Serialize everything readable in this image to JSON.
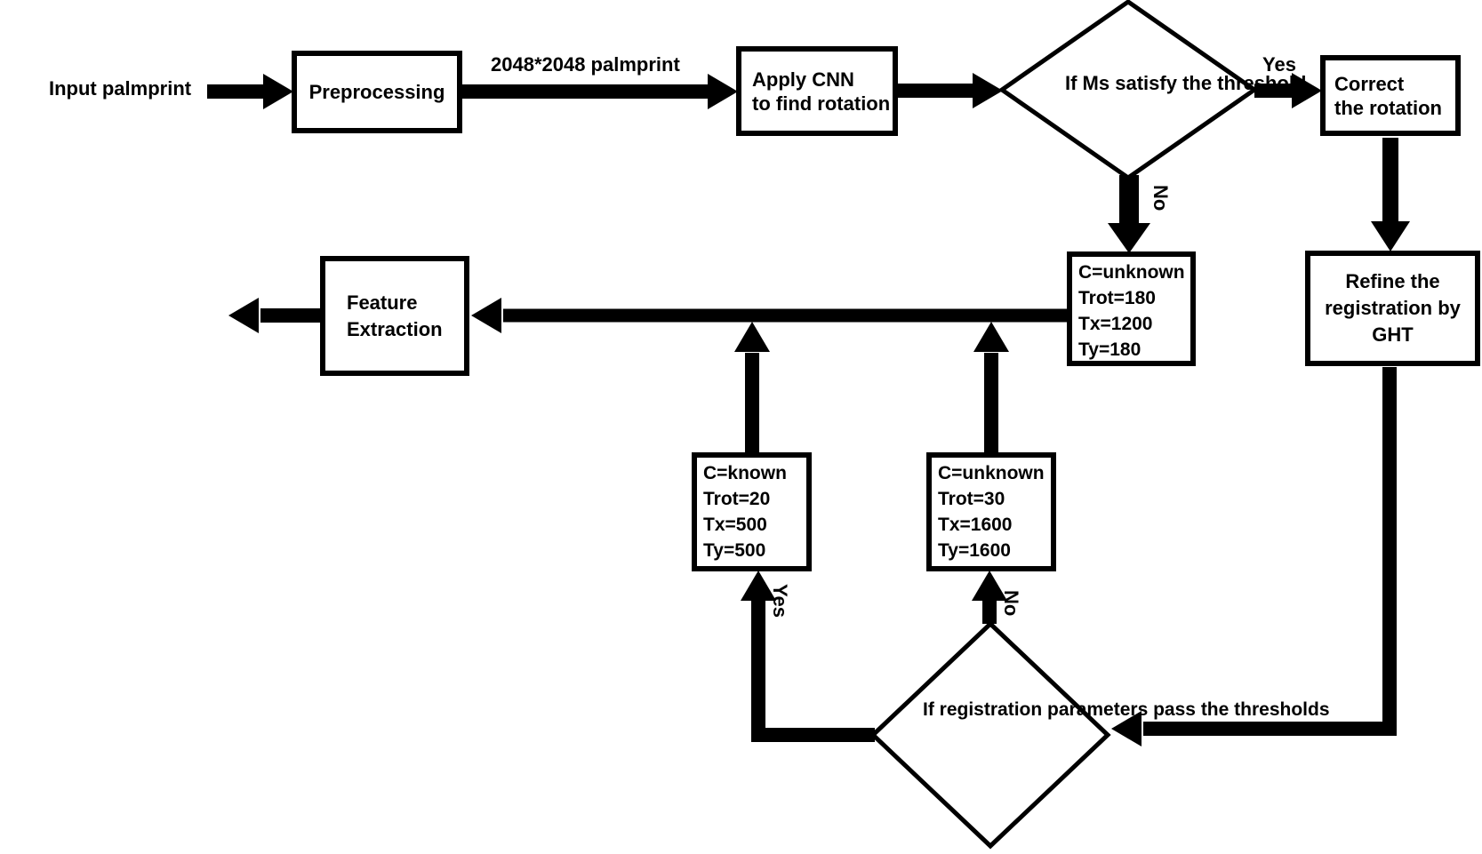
{
  "canvas": {
    "background": "#ffffff",
    "ink": "#000000"
  },
  "labels": {
    "input": "Input palmprint",
    "arrow_size": "2048*2048 palmprint",
    "yes_top": "Yes",
    "no_top": "No",
    "yes_bottom": "Yes",
    "no_bottom": "No"
  },
  "nodes": {
    "preprocessing": {
      "lines": [
        "Preprocessing"
      ]
    },
    "apply_cnn": {
      "lines": [
        "Apply CNN",
        "to find rotation"
      ]
    },
    "decision_ms": {
      "lines": [
        "If Ms satisfy",
        "the threshold"
      ]
    },
    "correct_rotation": {
      "lines": [
        "Correct",
        "the rotation"
      ]
    },
    "refine_ght": {
      "lines": [
        "Refine the",
        "registration by",
        "GHT"
      ]
    },
    "params_unknown_180": {
      "lines": [
        "C=unknown",
        "Trot=180",
        "Tx=1200",
        "Ty=180"
      ]
    },
    "feature_extraction": {
      "lines": [
        "Feature",
        "Extraction"
      ]
    },
    "params_known": {
      "lines": [
        "C=known",
        "Trot=20",
        "Tx=500",
        "Ty=500"
      ]
    },
    "params_unknown_1600": {
      "lines": [
        "C=unknown",
        "Trot=30",
        "Tx=1600",
        "Ty=1600"
      ]
    },
    "decision_registration": {
      "lines": [
        "If registration",
        "parameters pass",
        "the thresholds"
      ]
    }
  }
}
